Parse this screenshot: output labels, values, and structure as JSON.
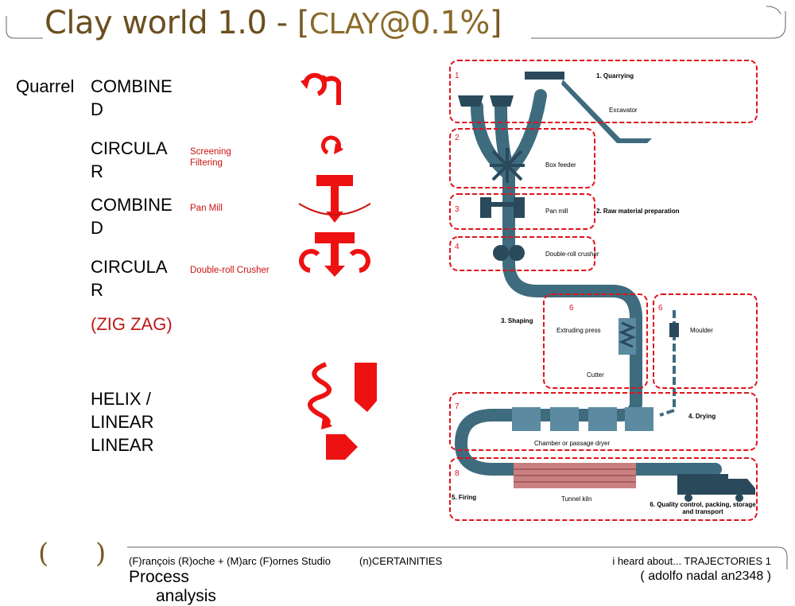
{
  "title": {
    "main": "Clay world 1.0 - ",
    "open_bracket": "[",
    "caps": "CLAY",
    "rest": "@0.1%",
    "close_bracket": "]"
  },
  "left": {
    "quarrel": "Quarrel",
    "rows": [
      {
        "type_line1": "COMBINE",
        "type_line2": "D",
        "process": ""
      },
      {
        "type_line1": "CIRCULA",
        "type_line2": "R",
        "process_line1": "Screening",
        "process_line2": "Filtering"
      },
      {
        "type_line1": "COMBINE",
        "type_line2": "D",
        "process": "Pan Mill"
      },
      {
        "type_line1": "CIRCULA",
        "type_line2": "R",
        "process": "Double-roll Crusher"
      }
    ],
    "zigzag": "(ZIG ZAG)",
    "helix": [
      "HELIX /",
      "LINEAR",
      "LINEAR"
    ]
  },
  "diagram": {
    "boxes": [
      {
        "num": "1",
        "label": "1. Quarrying",
        "sub": "Excavator"
      },
      {
        "num": "2",
        "label": "Box feeder"
      },
      {
        "num": "3",
        "label": "Pan mill",
        "side": "2. Raw material preparation"
      },
      {
        "num": "4",
        "label": "Double-roll crusher"
      },
      {
        "num": "6",
        "label": "Extruding press",
        "sub": "Cutter"
      },
      {
        "num": "6",
        "label": "Moulder"
      },
      {
        "num": "7",
        "label": "Chamber or passage dryer",
        "side": "4. Drying"
      },
      {
        "num": "8",
        "label": "Tunnel kiln",
        "side": "6. Quality control, packing, storage and transport"
      }
    ],
    "shaping": "3. Shaping",
    "firing": "5. Firing",
    "colors": {
      "pipe": "#3f6b7e",
      "dash": "#e0141c"
    }
  },
  "footer": {
    "paren_open": "(",
    "paren_close": ")",
    "credits": "(F)rançois (R)oche + (M)arc (F)ornes  Studio",
    "uncertainties": "(n)CERTAINITIES",
    "process": "Process",
    "process2": "analysis",
    "right1": "i heard about...  TRAJECTORIES  1",
    "right2": "( adolfo nadal an2348 )"
  }
}
